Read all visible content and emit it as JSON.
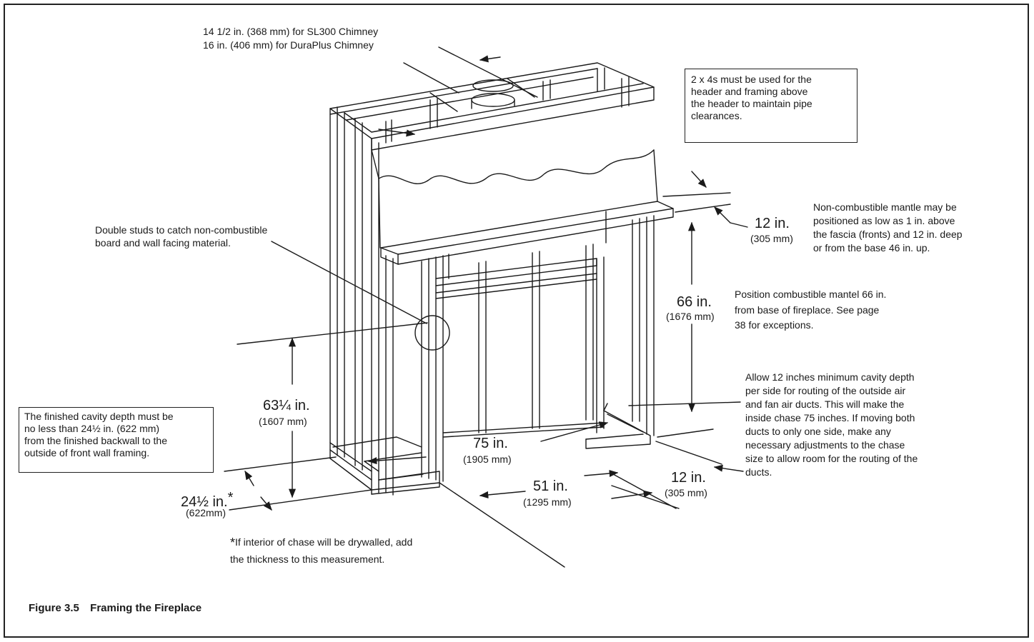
{
  "figure": {
    "number": "Figure 3.5",
    "title": "Framing the Fireplace"
  },
  "chimney_dims": {
    "line1": "14 1/2 in. (368 mm) for SL300 Chimney",
    "line2": "16 in. (406 mm) for DuraPlus Chimney"
  },
  "header_note": {
    "lines": [
      "2 x 4s must be used for the",
      "header and framing above",
      "the header to maintain pipe",
      "clearances."
    ]
  },
  "double_studs_note": {
    "lines": [
      "Double studs to catch non-combustible",
      "board and wall facing material."
    ]
  },
  "mantle_depth": {
    "value": "12 in.",
    "mm": "(305 mm)"
  },
  "noncomb_mantle_note": {
    "lines": [
      "Non-combustible mantle may be",
      "positioned as low as 1 in. above",
      "the fascia (fronts) and 12 in. deep",
      "or from the base 46 in. up."
    ]
  },
  "mantel_height": {
    "value": "66 in.",
    "mm": "(1676 mm)"
  },
  "comb_mantel_note": {
    "lines": [
      "Position combustible mantel 66 in.",
      "from base of fireplace.  See page",
      "38 for exceptions."
    ]
  },
  "cavity_note": {
    "lines": [
      "Allow 12 inches minimum cavity depth",
      "per side for routing of the outside air",
      "and fan air ducts.  This will make the",
      "inside chase 75 inches. If moving both",
      "ducts to only one side, make any",
      "necessary adjustments to the chase",
      "size to allow room for the routing of the",
      "ducts."
    ]
  },
  "front_height": {
    "value": "63¼ in.",
    "mm": "(1607 mm)"
  },
  "finished_cavity_note": {
    "lines": [
      "The finished cavity depth must be",
      "no less than 24½ in. (622 mm)",
      "from the finished backwall to the",
      "outside of front wall framing."
    ]
  },
  "chase_width": {
    "value": "75 in.",
    "mm": "(1905 mm)"
  },
  "opening_width": {
    "value": "51 in.",
    "mm": "(1295 mm)"
  },
  "side_cavity": {
    "value": "12 in.",
    "mm": "(305 mm)"
  },
  "cavity_depth": {
    "value": "24½ in.",
    "star": "*",
    "mm": "(622mm)"
  },
  "footnote": {
    "star": "*",
    "line1": "If interior of chase will be drywalled, add",
    "line2": "the thickness to this measurement."
  },
  "colors": {
    "line": "#1a1a1a",
    "background": "#ffffff"
  }
}
